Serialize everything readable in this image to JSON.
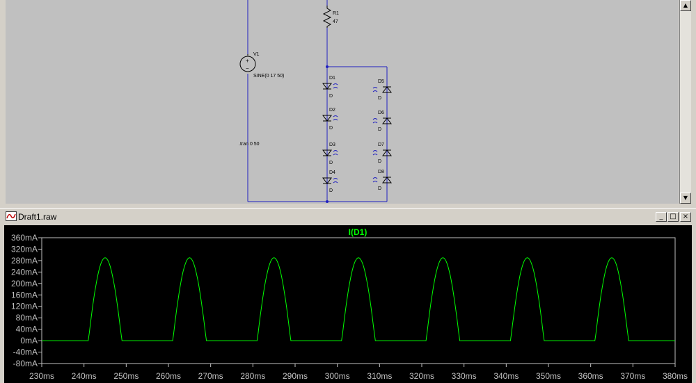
{
  "schematic": {
    "components": {
      "r1": {
        "ref": "R1",
        "value": "47"
      },
      "v1": {
        "ref": "V1",
        "value": "SINE(0 17 50)"
      },
      "directive": ".tran 0 50",
      "diodes": [
        {
          "ref": "D1",
          "model": "D"
        },
        {
          "ref": "D2",
          "model": "D"
        },
        {
          "ref": "D3",
          "model": "D"
        },
        {
          "ref": "D4",
          "model": "D"
        },
        {
          "ref": "D5",
          "model": "D"
        },
        {
          "ref": "D6",
          "model": "D"
        },
        {
          "ref": "D7",
          "model": "D"
        },
        {
          "ref": "D8",
          "model": "D"
        }
      ]
    },
    "scroll_up_icon": "arrow-up",
    "scroll_down_icon": "arrow-down"
  },
  "waveform_window": {
    "title": "Draft1.raw",
    "app_icon": "waveform-icon",
    "buttons": {
      "minimize": "_",
      "restore": "□",
      "close": "×"
    }
  },
  "chart_data": {
    "type": "line",
    "series": [
      {
        "name": "I(D1)",
        "color": "#00ff00"
      }
    ],
    "x_ticks": [
      "230ms",
      "240ms",
      "250ms",
      "260ms",
      "270ms",
      "280ms",
      "290ms",
      "300ms",
      "310ms",
      "320ms",
      "330ms",
      "340ms",
      "350ms",
      "360ms",
      "370ms",
      "380ms"
    ],
    "y_ticks": [
      "360mA",
      "320mA",
      "280mA",
      "240mA",
      "200mA",
      "160mA",
      "120mA",
      "80mA",
      "40mA",
      "0mA",
      "-40mA",
      "-80mA"
    ],
    "xlim_ms": [
      230,
      380
    ],
    "ylim_mA": [
      -80,
      360
    ],
    "period_ms": 20,
    "peak_mA": 290,
    "first_peak_ms": 245,
    "conduction_threshold": 0.32,
    "background": "#000000",
    "axis_color": "#c0c0c0"
  }
}
